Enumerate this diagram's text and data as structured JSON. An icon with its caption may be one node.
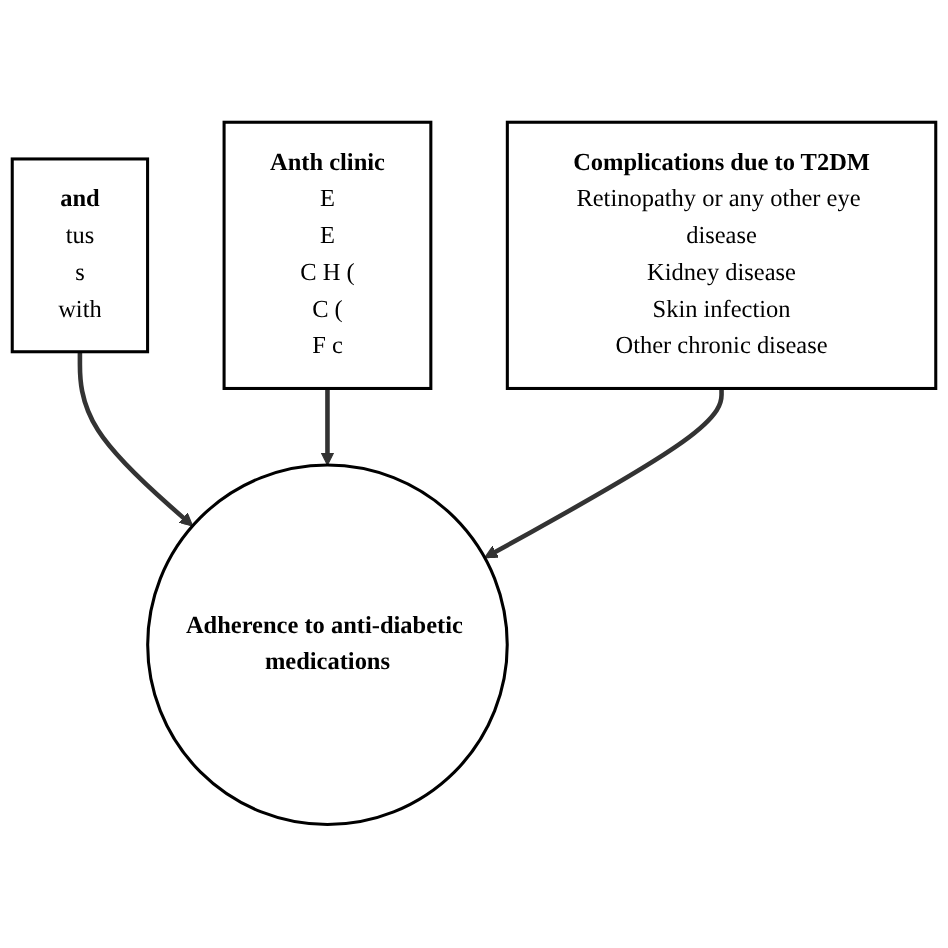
{
  "diagram": {
    "nodes": [
      {
        "text": [
          "and",
          "tus",
          "s",
          "with"
        ]
      },
      {
        "text": [
          "Adherence to anti-diabetic medications"
        ]
      },
      {
        "text": [
          "Anth clinic",
          "E",
          "E",
          "C H (",
          "C (",
          "F c"
        ]
      },
      {
        "text": [
          "Complications due to T2DM",
          "Retinopathy or any other eye disease",
          "Kidney disease",
          "Skin infection",
          "Other chronic disease"
        ]
      }
    ],
    "edges": [
      {
        "from": 0,
        "to": 1,
        "arrow": "to"
      },
      {
        "from": 2,
        "to": 1,
        "arrow": "to"
      },
      {
        "from": 3,
        "to": 1,
        "arrow": "to"
      }
    ]
  }
}
